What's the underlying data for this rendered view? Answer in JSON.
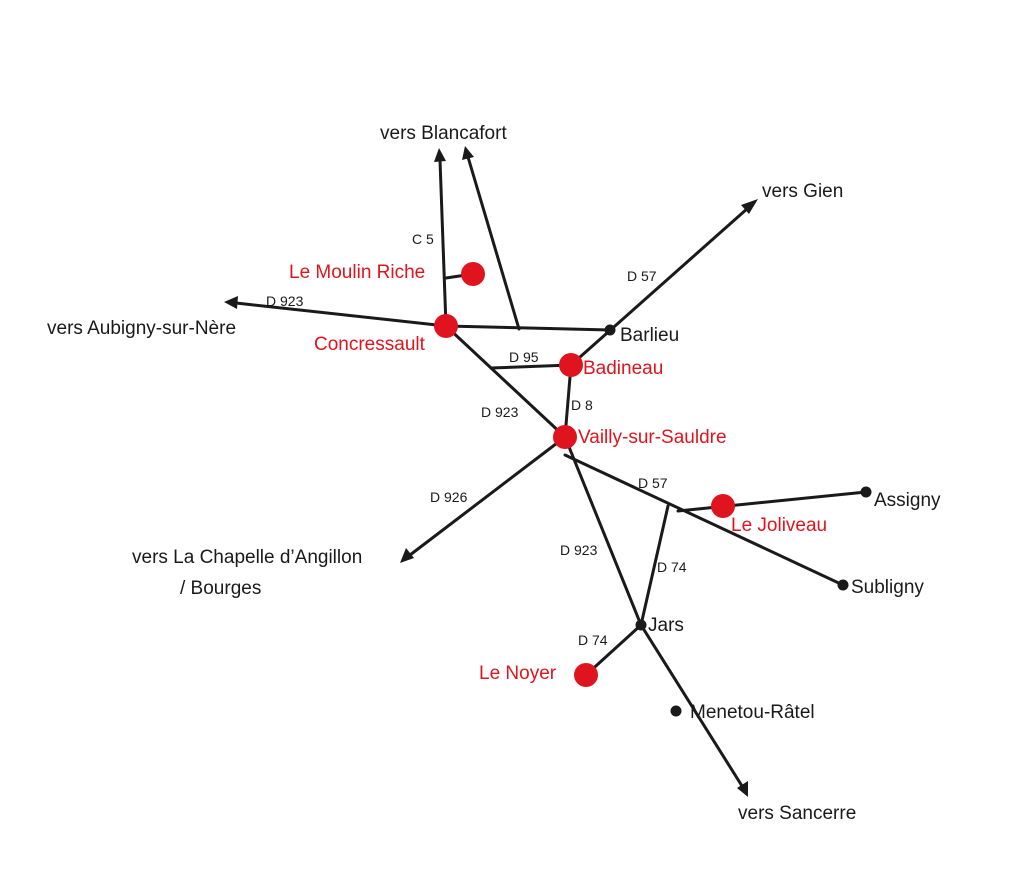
{
  "colors": {
    "major_place": "#e0141e",
    "road": "#1a1a1a",
    "background": "#ffffff"
  },
  "places": {
    "concressault": "Concressault",
    "le_moulin_riche": "Le Moulin Riche",
    "badineau": "Badineau",
    "vailly_sur_sauldre": "Vailly-sur-Sauldre",
    "le_joliveau": "Le Joliveau",
    "le_noyer": "Le Noyer",
    "barlieu": "Barlieu",
    "assigny": "Assigny",
    "subligny": "Subligny",
    "jars": "Jars",
    "menetou_ratel": "Menetou-Râtel"
  },
  "directions": {
    "blancafort": "vers Blancafort",
    "gien": "vers Gien",
    "aubigny": "vers Aubigny-sur-Nère",
    "la_chapelle_line1": "vers La Chapelle d’Angillon",
    "la_chapelle_line2": "/ Bourges",
    "sancerre": "vers Sancerre"
  },
  "roads": {
    "c5": "C 5",
    "d923_west": "D 923",
    "d57_north": "D 57",
    "d95": "D 95",
    "d8": "D 8",
    "d923_mid": "D 923",
    "d926": "D 926",
    "d57_east": "D 57",
    "d923_south": "D 923",
    "d74_east": "D 74",
    "d74_south": "D 74"
  }
}
